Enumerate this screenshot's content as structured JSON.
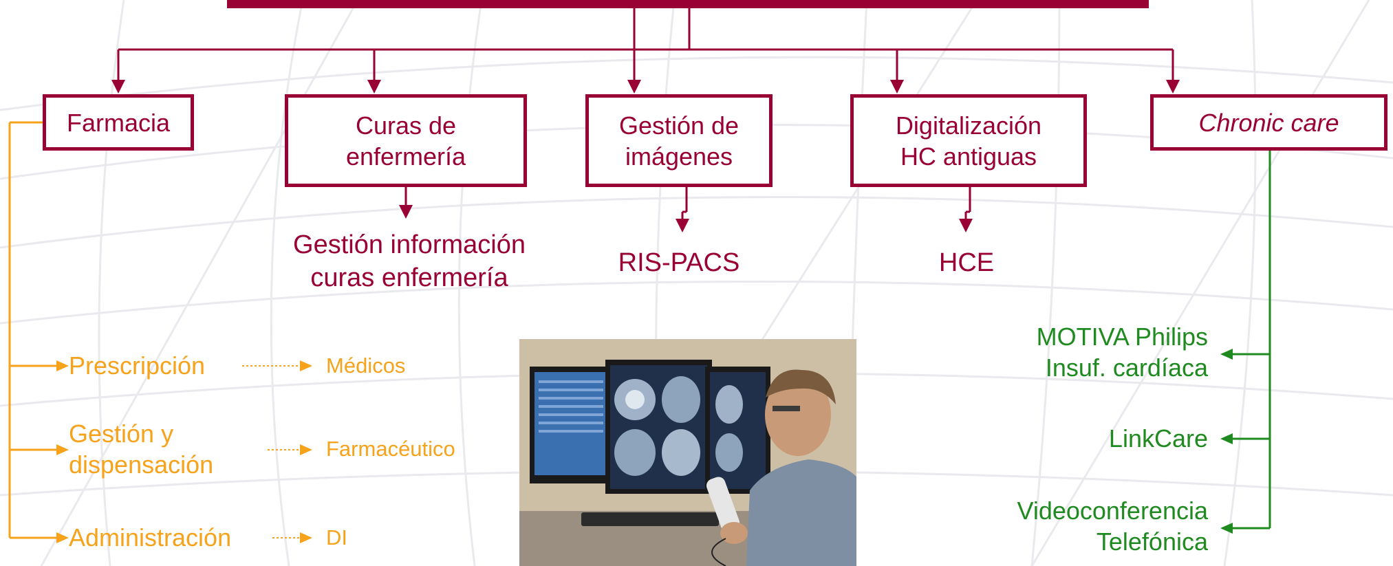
{
  "colors": {
    "primary": "#990033",
    "pharmacy": "#f7a21b",
    "chronic": "#1f8a1f"
  },
  "categories": [
    {
      "label": "Farmacia"
    },
    {
      "label": "Curas de enfermería"
    },
    {
      "label": "Gestión de imágenes"
    },
    {
      "label": "Digitalización HC antiguas"
    },
    {
      "label": "Chronic care"
    }
  ],
  "outcomes": {
    "nursing": "Gestión información curas enfermería",
    "imaging": "RIS-PACS",
    "records": "HCE"
  },
  "pharmacy_steps": [
    {
      "step": "Prescripción",
      "actor": "Médicos"
    },
    {
      "step": "Gestión y dispensación",
      "actor": "Farmacéutico"
    },
    {
      "step": "Administración",
      "actor": "DI"
    }
  ],
  "chronic_items": [
    {
      "label": "MOTIVA Philips Insuf. cardíaca"
    },
    {
      "label": "LinkCare"
    },
    {
      "label": "Videoconferencia Telefónica"
    }
  ],
  "photo": {
    "icon": "radiologist-workstation-photo"
  }
}
